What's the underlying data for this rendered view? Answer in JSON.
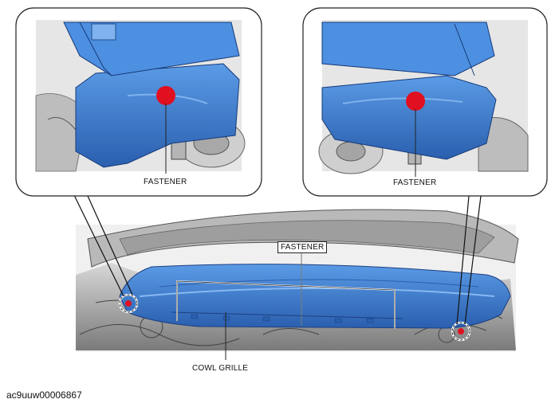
{
  "figure_id": "ac9uuw00006867",
  "callouts": {
    "left_label": "FASTENER",
    "right_label": "FASTENER",
    "center_label": "FASTENER",
    "bottom_label": "COWL GRILLE"
  },
  "colors": {
    "panel_blue": "#3f7ed0",
    "panel_blue_dark": "#1f4f9a",
    "fastener_red": "#e01020",
    "engine_gray": "#9a9a9a"
  }
}
